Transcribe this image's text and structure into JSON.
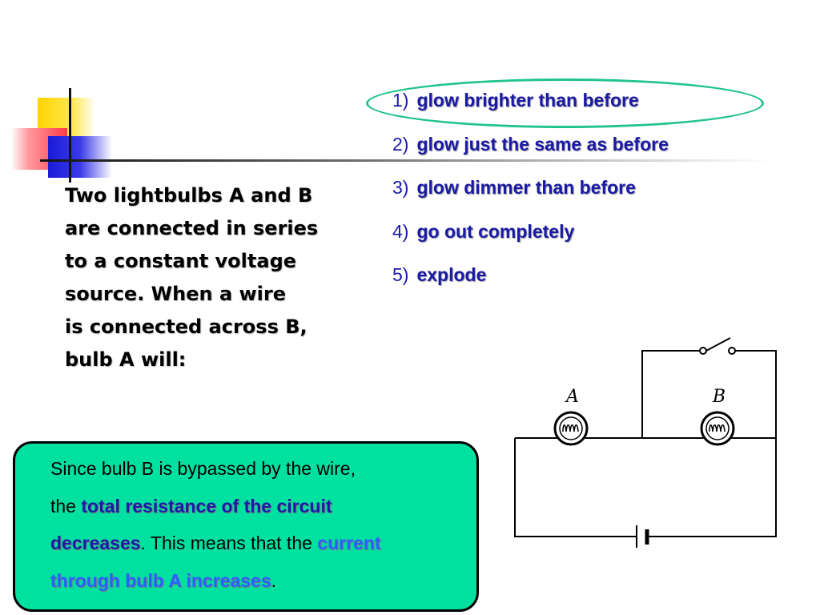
{
  "question": {
    "lines": [
      "Two lightbulbs A and B",
      "are connected in series",
      "to a constant voltage",
      "source.  When a wire",
      "is connected across B,",
      "bulb A will:"
    ]
  },
  "answers": [
    {
      "num": "1)",
      "text": "glow brighter than before",
      "highlighted": true
    },
    {
      "num": "2)",
      "text": "glow just the same as before",
      "highlighted": false
    },
    {
      "num": "3)",
      "text": "glow dimmer than before",
      "highlighted": false
    },
    {
      "num": "4)",
      "text": "go out completely",
      "highlighted": false
    },
    {
      "num": "5)",
      "text": "explode",
      "highlighted": false
    }
  ],
  "explanation": {
    "p1": "Since bulb B is bypassed by the wire,",
    "p2_prefix": "the ",
    "p2_em": "total resistance of the circuit",
    "p3_em": "decreases",
    "p3_mid": ".  This means that the ",
    "p3_cur": "current",
    "p4_cur": "through bulb A increases",
    "p4_end": "."
  },
  "circuit": {
    "bulb_a_label": "A",
    "bulb_b_label": "B"
  },
  "colors": {
    "answer_text": "#1a1aa6",
    "highlight_oval": "#22c48a",
    "callout_bg": "#00e0a0",
    "current_text": "#2a60ff"
  }
}
